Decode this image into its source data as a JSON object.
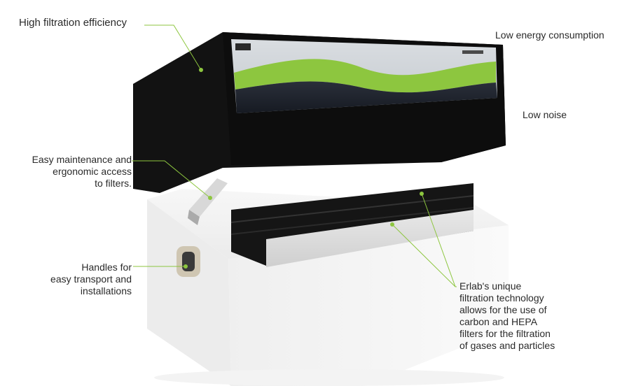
{
  "callouts": {
    "high_filtration": "High filtration efficiency",
    "low_energy": "Low energy consumption",
    "low_noise": "Low noise",
    "maintenance": "Easy maintenance and\nergonomic access\nto filters.",
    "handles": "Handles for\neasy transport and\ninstallations",
    "erlab": "Erlab's unique\nfiltration technology\nallows for the use of\ncarbon and HEPA\nfilters for the filtration\nof gases and particles"
  },
  "colors": {
    "accent_green": "#8dc63f",
    "device_body": "#141414",
    "base_white": "#f4f4f4"
  }
}
